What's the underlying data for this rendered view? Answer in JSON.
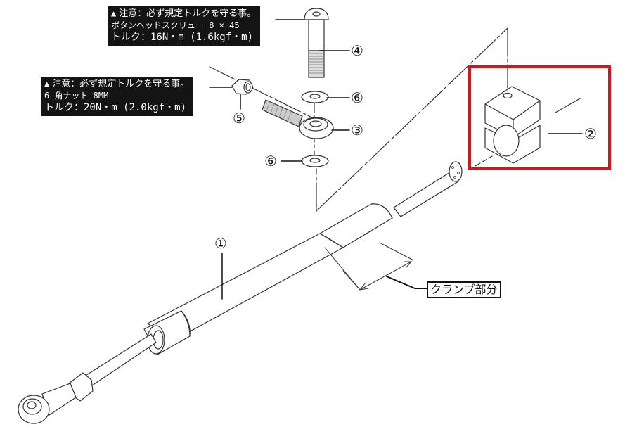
{
  "notes": [
    {
      "id": "bolt-note",
      "warning_icon": "warning-triangle-icon",
      "warning_symbol": "▲",
      "caution": "注意：必ず規定トルクを守る事。",
      "part": "ボタンヘッドスクリュー 8 × 45",
      "torque": "トルク：16N・m (1.6kgf・m)"
    },
    {
      "id": "nut-note",
      "warning_icon": "warning-triangle-icon",
      "warning_symbol": "▲",
      "caution": "注意：必ず規定トルクを守る事。",
      "part": "6 角ナット 8MM",
      "torque": "トルク：20N・m (2.0kgf・m)"
    }
  ],
  "callouts": {
    "damper": "①",
    "clamp": "②",
    "rod_end": "③",
    "bolt": "④",
    "nut": "⑤",
    "washer_top": "⑥",
    "washer_bottom": "⑥"
  },
  "clamp_section_label": "クランプ部分",
  "colors": {
    "highlight": "#d7141a",
    "note_bg": "#141414",
    "line": "#333333"
  }
}
